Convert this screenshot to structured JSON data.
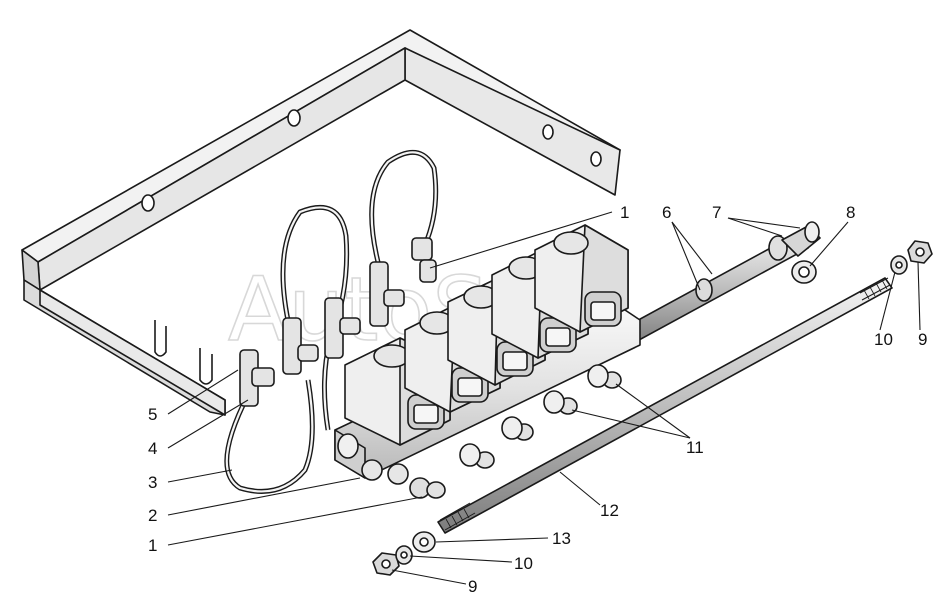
{
  "watermark": "AutoSoft",
  "callouts": [
    {
      "id": "c1a",
      "label": "1"
    },
    {
      "id": "c1b",
      "label": "1"
    },
    {
      "id": "c2",
      "label": "2"
    },
    {
      "id": "c3",
      "label": "3"
    },
    {
      "id": "c4",
      "label": "4"
    },
    {
      "id": "c5",
      "label": "5"
    },
    {
      "id": "c6",
      "label": "6"
    },
    {
      "id": "c7",
      "label": "7"
    },
    {
      "id": "c8",
      "label": "8"
    },
    {
      "id": "c9a",
      "label": "9"
    },
    {
      "id": "c9b",
      "label": "9"
    },
    {
      "id": "c10a",
      "label": "10"
    },
    {
      "id": "c10b",
      "label": "10"
    },
    {
      "id": "c11",
      "label": "11"
    },
    {
      "id": "c12",
      "label": "12"
    },
    {
      "id": "c13",
      "label": "13"
    }
  ],
  "colors": {
    "line": "#1a1a1a",
    "metal": "#e9e9e9",
    "shade": "#bdbdbd",
    "dark": "#8a8a8a"
  }
}
